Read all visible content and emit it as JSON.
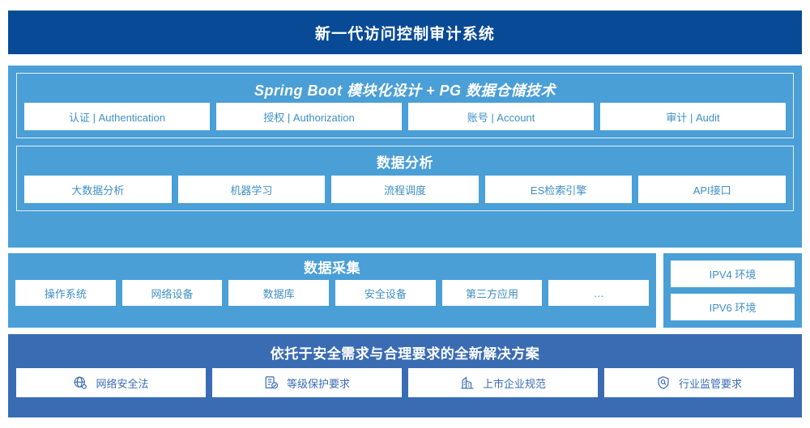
{
  "header": {
    "title": "新一代访问控制审计系统"
  },
  "platform": {
    "title": "Spring Boot 模块化设计 + PG 数据仓储技术",
    "items": [
      {
        "label": "认证 | Authentication"
      },
      {
        "label": "授权 | Authorization"
      },
      {
        "label": "账号 | Account"
      },
      {
        "label": "审计 | Audit"
      }
    ]
  },
  "analysis": {
    "title": "数据分析",
    "items": [
      {
        "label": "大数据分析"
      },
      {
        "label": "机器学习"
      },
      {
        "label": "流程调度"
      },
      {
        "label": "ES检索引擎"
      },
      {
        "label": "API接口"
      }
    ]
  },
  "collection": {
    "title": "数据采集",
    "items": [
      {
        "label": "操作系统"
      },
      {
        "label": "网络设备"
      },
      {
        "label": "数据库"
      },
      {
        "label": "安全设备"
      },
      {
        "label": "第三方应用"
      },
      {
        "label": "…"
      }
    ]
  },
  "environment": {
    "items": [
      {
        "label": "IPV4 环境"
      },
      {
        "label": "IPV6 环境"
      }
    ]
  },
  "compliance": {
    "title": "依托于安全需求与合理要求的全新解决方案",
    "items": [
      {
        "label": "网络安全法",
        "icon": "globe-icon"
      },
      {
        "label": "等级保护要求",
        "icon": "document-check-icon"
      },
      {
        "label": "上市企业规范",
        "icon": "building-icon"
      },
      {
        "label": "行业监管要求",
        "icon": "shield-search-icon"
      }
    ]
  },
  "colors": {
    "header_blue": "#084a96",
    "panel_blue": "#4a9fd6",
    "bottom_blue": "#3a6cb4",
    "cell_text": "#3d8fc4",
    "white": "#ffffff"
  }
}
